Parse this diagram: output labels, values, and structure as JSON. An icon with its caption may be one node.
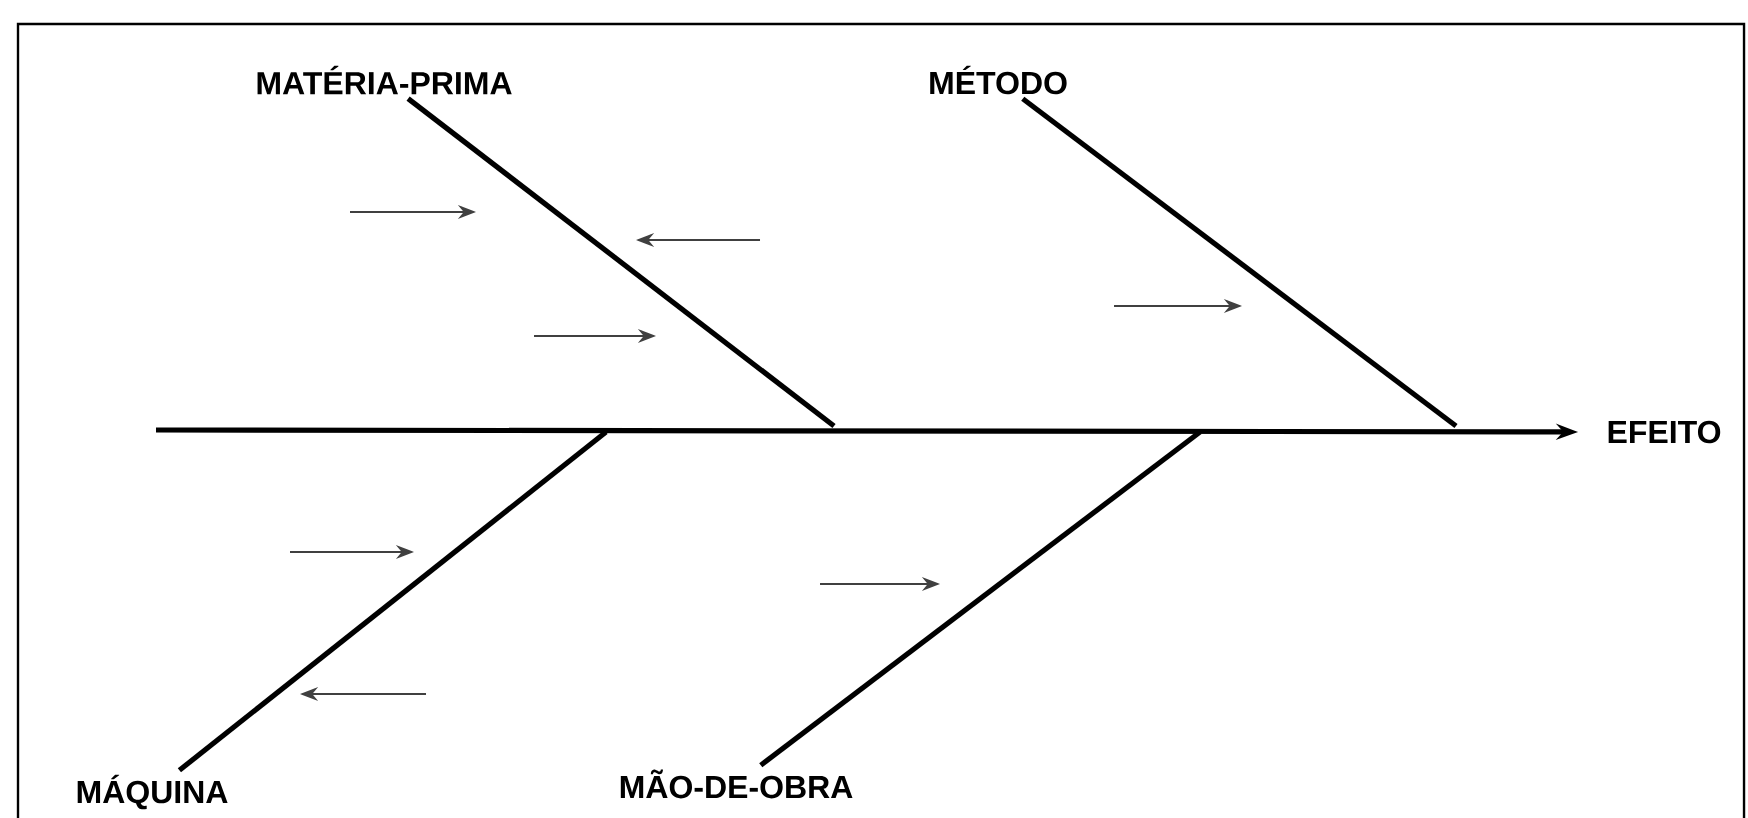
{
  "diagram": {
    "nodes": [
      {
        "text": [
          "MATÉRIA-PRIMA"
        ]
      },
      {
        "text": [
          "MÉTODO"
        ]
      },
      {
        "text": [
          "EFEITO"
        ]
      },
      {
        "text": [
          "MÁQUINA"
        ]
      },
      {
        "text": [
          "MÃO-DE-OBRA"
        ]
      }
    ],
    "edges": [
      {
        "from": null,
        "to": 2,
        "arrow": "to"
      },
      {
        "from": 0,
        "to": null,
        "arrow": "none"
      },
      {
        "from": 1,
        "to": null,
        "arrow": "none"
      },
      {
        "from": 3,
        "to": null,
        "arrow": "none"
      },
      {
        "from": 4,
        "to": null,
        "arrow": "none"
      }
    ]
  }
}
